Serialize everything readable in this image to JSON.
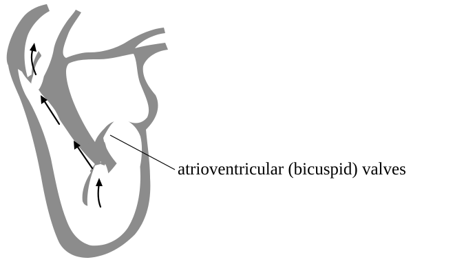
{
  "diagram": {
    "label": "atrioventricular (bicuspid) valves",
    "colors": {
      "tissue": "#8c8c8c",
      "line": "#000000",
      "background": "#ffffff"
    },
    "icons": [
      "heart-cross-section",
      "blood-flow-arrow",
      "leader-line"
    ]
  }
}
